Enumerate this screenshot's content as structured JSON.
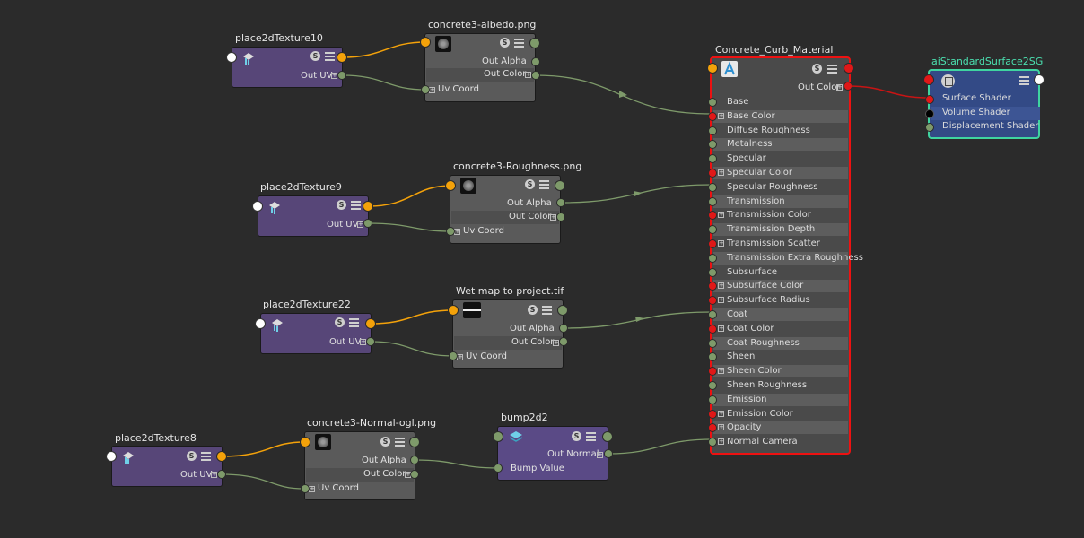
{
  "nodes": {
    "place10": {
      "title": "place2dTexture10",
      "out_uv": "Out UV"
    },
    "place9": {
      "title": "place2dTexture9",
      "out_uv": "Out UV"
    },
    "place22": {
      "title": "place2dTexture22",
      "out_uv": "Out UV"
    },
    "place8": {
      "title": "place2dTexture8",
      "out_uv": "Out UV"
    },
    "albedo": {
      "title": "concrete3-albedo.png",
      "out_alpha": "Out Alpha",
      "out_color": "Out Color",
      "uv_coord": "Uv Coord"
    },
    "roughness": {
      "title": "concrete3-Roughness.png",
      "out_alpha": "Out Alpha",
      "out_color": "Out Color",
      "uv_coord": "Uv Coord"
    },
    "wetmap": {
      "title": "Wet map to project.tif",
      "out_alpha": "Out Alpha",
      "out_color": "Out Color",
      "uv_coord": "Uv Coord"
    },
    "normal": {
      "title": "concrete3-Normal-ogl.png",
      "out_alpha": "Out Alpha",
      "out_color": "Out Color",
      "uv_coord": "Uv Coord"
    },
    "bump": {
      "title": "bump2d2",
      "out_normal": "Out Normal",
      "bump_value": "Bump Value"
    },
    "material": {
      "title": "Concrete_Curb_Material",
      "out_color": "Out Color",
      "attributes": [
        {
          "label": "Base",
          "plus": false,
          "port": "green"
        },
        {
          "label": "Base Color",
          "plus": true,
          "port": "red"
        },
        {
          "label": "Diffuse Roughness",
          "plus": false,
          "port": "green"
        },
        {
          "label": "Metalness",
          "plus": false,
          "port": "green"
        },
        {
          "label": "Specular",
          "plus": false,
          "port": "green"
        },
        {
          "label": "Specular Color",
          "plus": true,
          "port": "red"
        },
        {
          "label": "Specular Roughness",
          "plus": false,
          "port": "green"
        },
        {
          "label": "Transmission",
          "plus": false,
          "port": "green"
        },
        {
          "label": "Transmission Color",
          "plus": true,
          "port": "red"
        },
        {
          "label": "Transmission Depth",
          "plus": false,
          "port": "green"
        },
        {
          "label": "Transmission Scatter",
          "plus": true,
          "port": "red"
        },
        {
          "label": "Transmission Extra Roughness",
          "plus": false,
          "port": "green"
        },
        {
          "label": "Subsurface",
          "plus": false,
          "port": "green"
        },
        {
          "label": "Subsurface Color",
          "plus": true,
          "port": "red"
        },
        {
          "label": "Subsurface Radius",
          "plus": true,
          "port": "red"
        },
        {
          "label": "Coat",
          "plus": false,
          "port": "green"
        },
        {
          "label": "Coat Color",
          "plus": true,
          "port": "red"
        },
        {
          "label": "Coat Roughness",
          "plus": false,
          "port": "green"
        },
        {
          "label": "Sheen",
          "plus": false,
          "port": "green"
        },
        {
          "label": "Sheen Color",
          "plus": true,
          "port": "red"
        },
        {
          "label": "Sheen Roughness",
          "plus": false,
          "port": "green"
        },
        {
          "label": "Emission",
          "plus": false,
          "port": "green"
        },
        {
          "label": "Emission Color",
          "plus": true,
          "port": "red"
        },
        {
          "label": "Opacity",
          "plus": true,
          "port": "red"
        },
        {
          "label": "Normal Camera",
          "plus": true,
          "port": "green"
        }
      ]
    },
    "sg": {
      "title": "aiStandardSurface2SG",
      "attributes": [
        {
          "label": "Surface Shader",
          "port": "red"
        },
        {
          "label": "Volume Shader",
          "port": "black"
        },
        {
          "label": "Displacement Shader",
          "port": "green"
        }
      ]
    }
  },
  "icons": {
    "swatch_button": "S",
    "menu": "menu-icon",
    "place2d": "place2d-icon",
    "arnold": "arnold-logo-icon",
    "bump": "bump-icon",
    "shading_group": "shading-group-icon"
  },
  "colors": {
    "canvas": "#2b2b2b",
    "place_node": "#574678",
    "file_node": "#5a5a5a",
    "material_border": "#e11111",
    "sg_border": "#3fd4a0",
    "connection_green": "#7e9a6a",
    "connection_orange": "#f4a20a",
    "connection_red": "#c81414"
  }
}
